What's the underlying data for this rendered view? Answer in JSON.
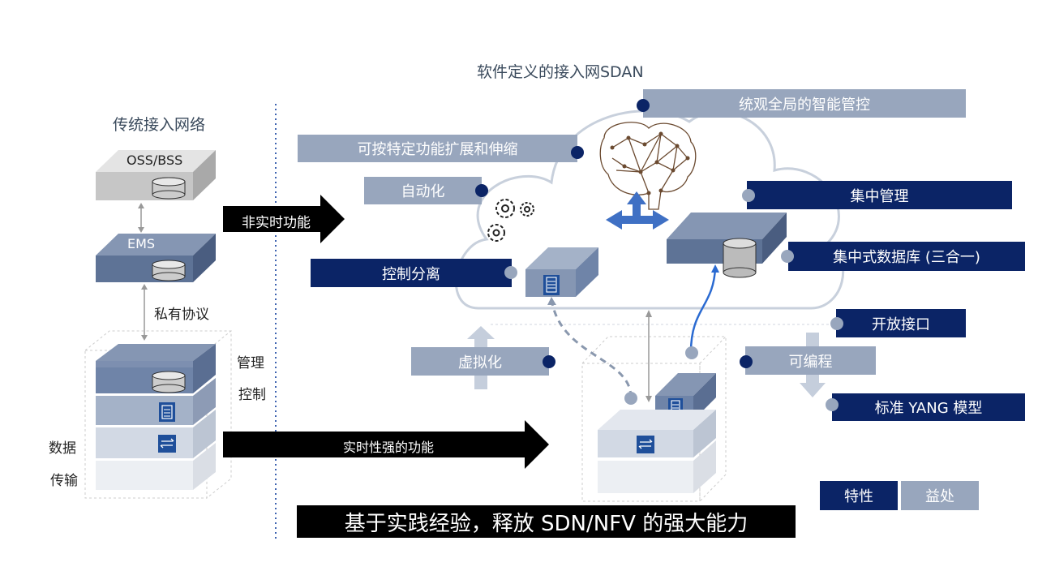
{
  "left_title": "传统接入网络",
  "right_title": "软件定义的接入网SDAN",
  "left_stack": {
    "oss": "OSS/BSS",
    "ems": "EMS",
    "protocol": "私有协议",
    "side_right": [
      "管理",
      "控制"
    ],
    "side_left": [
      "数据",
      "传输"
    ]
  },
  "arrows": {
    "non_realtime": "非实时功能",
    "realtime": "实时性强的功能"
  },
  "features": {
    "scalable": "可按特定功能扩展和伸缩",
    "global_control": "统观全局的智能管控",
    "automation": "自动化",
    "central_mgmt": "集中管理",
    "control_separation": "控制分离",
    "central_db": "集中式数据库 (三合一)",
    "open_interface": "开放接口",
    "virtualization": "虚拟化",
    "programmable": "可编程",
    "yang": "标准 YANG 模型"
  },
  "legend": {
    "feature": "特性",
    "benefit": "益处"
  },
  "banner": "基于实践经验，释放 SDN/NFV 的强大能力",
  "colors": {
    "dark_navy": "#0b2466",
    "light_slate": "#98a6bd",
    "box_blue": "#5e7396",
    "black": "#000000"
  }
}
